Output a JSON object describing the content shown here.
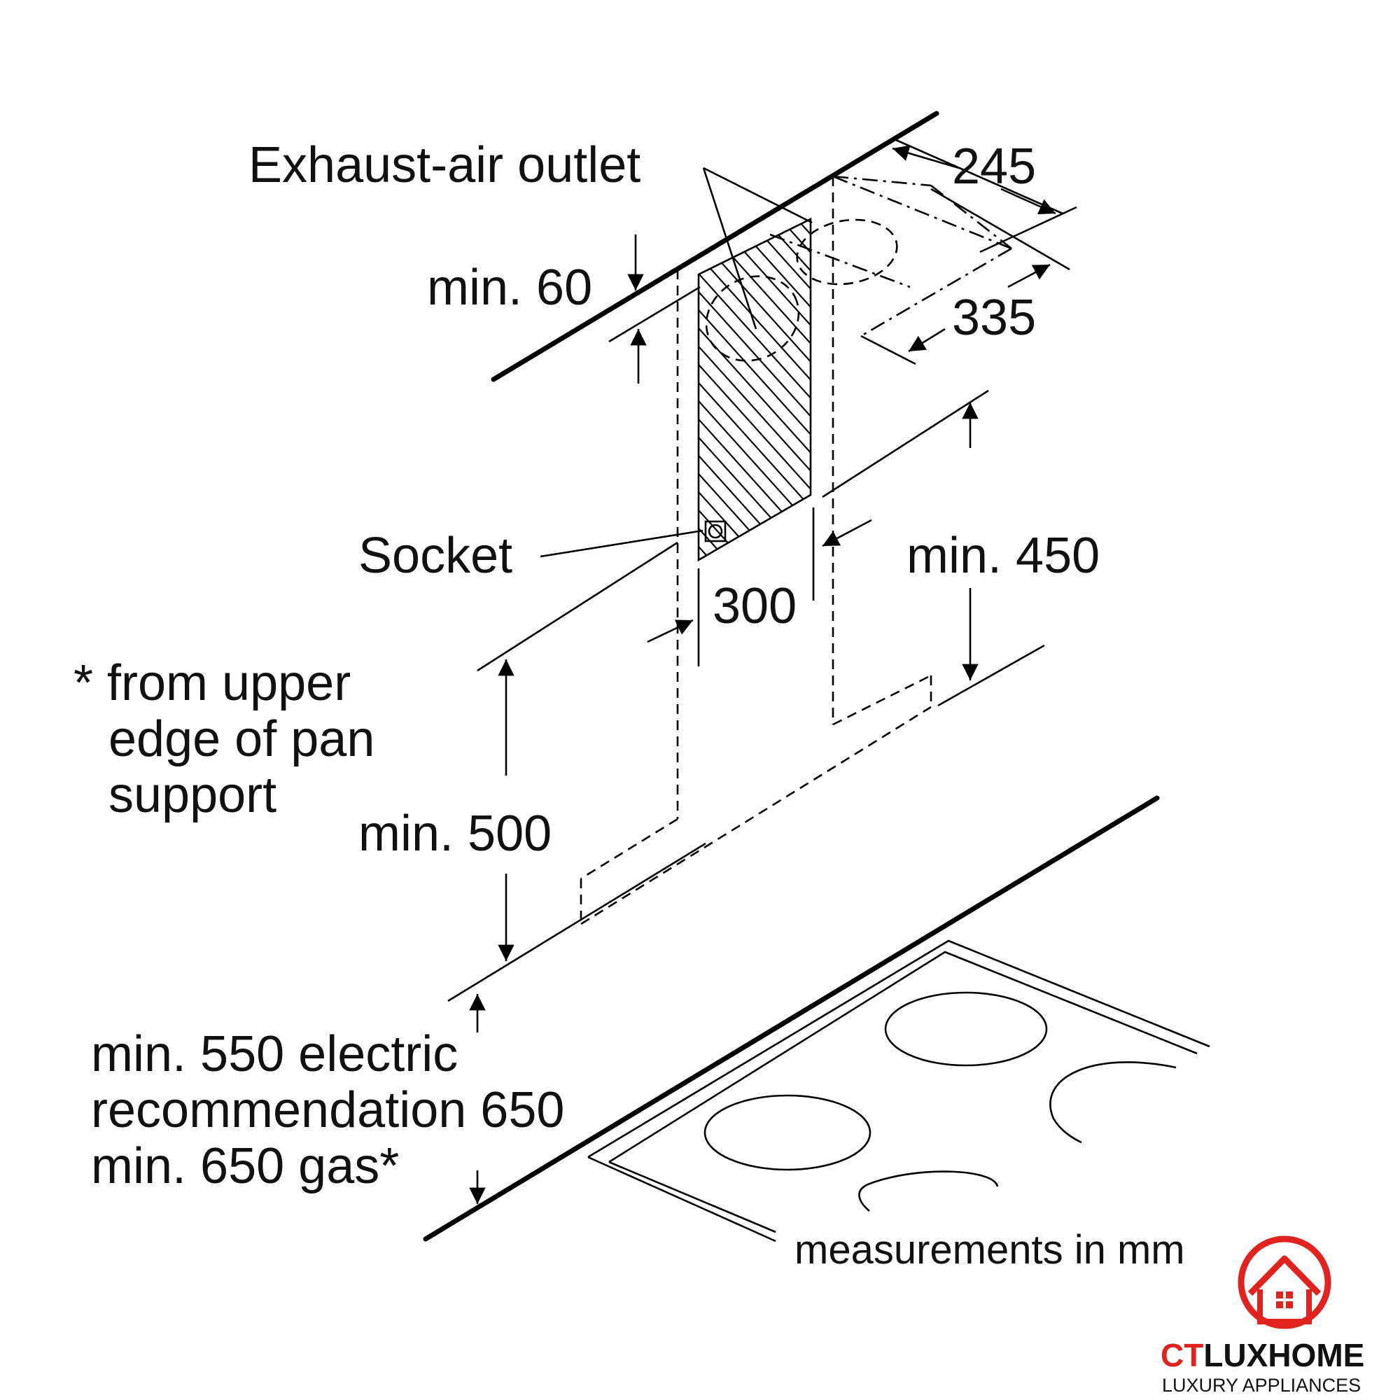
{
  "labels": {
    "exhaust": "Exhaust-air outlet",
    "dim_245": "245",
    "min60": "min. 60",
    "dim_335": "335",
    "socket": "Socket",
    "min450": "min. 450",
    "dim_300": "300",
    "footnote": [
      "* from upper",
      "edge of pan",
      "support"
    ],
    "min500": "min. 500",
    "clearance": [
      "min. 550 electric",
      "recommendation 650",
      "min. 650 gas*"
    ],
    "units": "measurements in mm"
  },
  "logo": {
    "brand_ct": "CT",
    "brand_rest": "LUXHOME",
    "tagline": "LUXURY APPLIANCES",
    "accent_color": "#e0231f",
    "icon": "house-icon"
  }
}
